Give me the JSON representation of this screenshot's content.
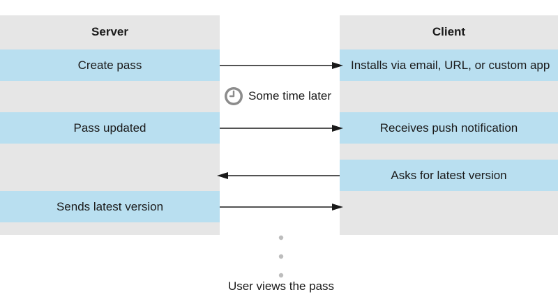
{
  "server": {
    "title": "Server",
    "steps": [
      "Create pass",
      "Pass updated",
      "Sends latest version"
    ]
  },
  "client": {
    "title": "Client",
    "steps": [
      "Installs via email, URL, or custom app",
      "Receives push notification",
      "Asks for latest version"
    ]
  },
  "delay": {
    "label": "Some time later",
    "icon": "clock-icon"
  },
  "final": {
    "label": "User views the pass"
  },
  "colors": {
    "column_bg": "#e6e6e6",
    "step_band": "#b9dff0",
    "arrow": "#1a1a1a",
    "clock": "#8c8c8c",
    "dots": "#bdbdbd"
  }
}
